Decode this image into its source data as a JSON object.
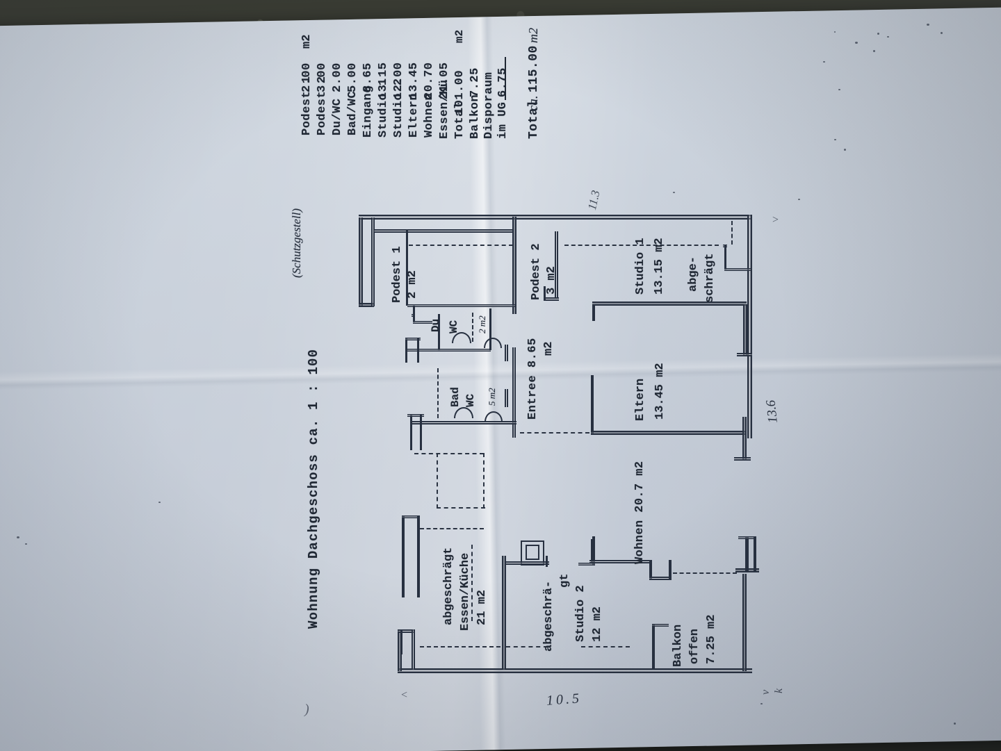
{
  "document": {
    "kind": "architectural-floor-plan-photo",
    "title": "Wohnung Dachgeschoss ca. 1 : 100",
    "handwritten_note_near_table": "(Schutzgestell)"
  },
  "area_table": {
    "rows": [
      {
        "label": "Podest 1",
        "value": "2.00",
        "unit": "m2"
      },
      {
        "label": "Podest 2",
        "value": "3.00",
        "unit": ""
      },
      {
        "label": "Du/WC",
        "value": "2.00",
        "unit": ""
      },
      {
        "label": "Bad/WC",
        "value": "5.00",
        "unit": ""
      },
      {
        "label": "Eingang",
        "value": "8.65",
        "unit": ""
      },
      {
        "label": "Studio 1",
        "value": "13.15",
        "unit": ""
      },
      {
        "label": "Studio 2",
        "value": "12.00",
        "unit": ""
      },
      {
        "label": "Eltern",
        "value": "13.45",
        "unit": ""
      },
      {
        "label": "Wohnen",
        "value": "20.70",
        "unit": ""
      },
      {
        "label": "Essen/Kü",
        "value": "21.05",
        "unit": ""
      },
      {
        "label": "Total",
        "value": "101.00",
        "unit": "m2"
      },
      {
        "label": "Balkon",
        "value": "7.25",
        "unit": ""
      },
      {
        "label": "Disporaum",
        "value": "",
        "unit": ""
      },
      {
        "label": "im UG",
        "value": "6.75",
        "unit": ""
      }
    ],
    "total": {
      "label": "Total",
      "approx": "ca.",
      "value": "115.00",
      "unit": "m2"
    }
  },
  "plan_rooms": [
    {
      "name": "Podest 1",
      "area": "2 m2"
    },
    {
      "name": "Podest 2",
      "area": "3 m2"
    },
    {
      "name": "Du",
      "area": "WC",
      "area2": "2 m2"
    },
    {
      "name": "Bad",
      "area": "WC",
      "area2": "5 m2"
    },
    {
      "name": "Entree",
      "area": "8.65",
      "area2": "m2"
    },
    {
      "name": "Studio 1",
      "area": "13.15 m2"
    },
    {
      "name": "Eltern",
      "area": "13.45 m2"
    },
    {
      "name": "Wohnen",
      "area": "20.7 m2"
    },
    {
      "name": "Essen/Küche",
      "area": "21 m2"
    },
    {
      "name": "Studio 2",
      "area": "12 m2"
    },
    {
      "name": "Balkon",
      "area": "offen",
      "area2": "7.25 m2"
    }
  ],
  "plan_labels": {
    "podest1_name": "Podest 1",
    "podest1_area": "2 m2",
    "podest2_name": "Podest 2",
    "podest2_area": "3 m2",
    "du": "Du",
    "du_wc": "WC",
    "du_area": "2 m2",
    "bad": "Bad",
    "bad_wc": "WC",
    "bad_area": "5 m2",
    "entree_name": "Entree 8.65",
    "entree_area": "m2",
    "studio1_name": "Studio 1",
    "studio1_area": "13.15 m2",
    "abgeschraegt_1a": "abge-",
    "abgeschraegt_1b": "schrägt",
    "eltern_name": "Eltern",
    "eltern_area": "13.45 m2",
    "wohnen": "Wohnen 20.7 m2",
    "abgeschraegt_2": "abgeschrägt",
    "essen_name": "Essen/Küche",
    "essen_area": "21 m2",
    "abgeschraegt_3a": "abgeschrä-",
    "abgeschraegt_3b": "gt",
    "studio2_name": "Studio 2",
    "studio2_area": "12 m2",
    "balkon_name": "Balkon",
    "balkon_open": "offen",
    "balkon_area": "7.25 m2"
  },
  "handwritten_marks": {
    "bottom_dimension": "10.5",
    "right_dimension": "13.6",
    "top_mark": "11.3",
    "corner_mark_a": "v",
    "corner_mark_b": "k"
  },
  "colors": {
    "paper": "#c5cdd8",
    "ink": "#273040",
    "ground": "#2b2b27"
  }
}
